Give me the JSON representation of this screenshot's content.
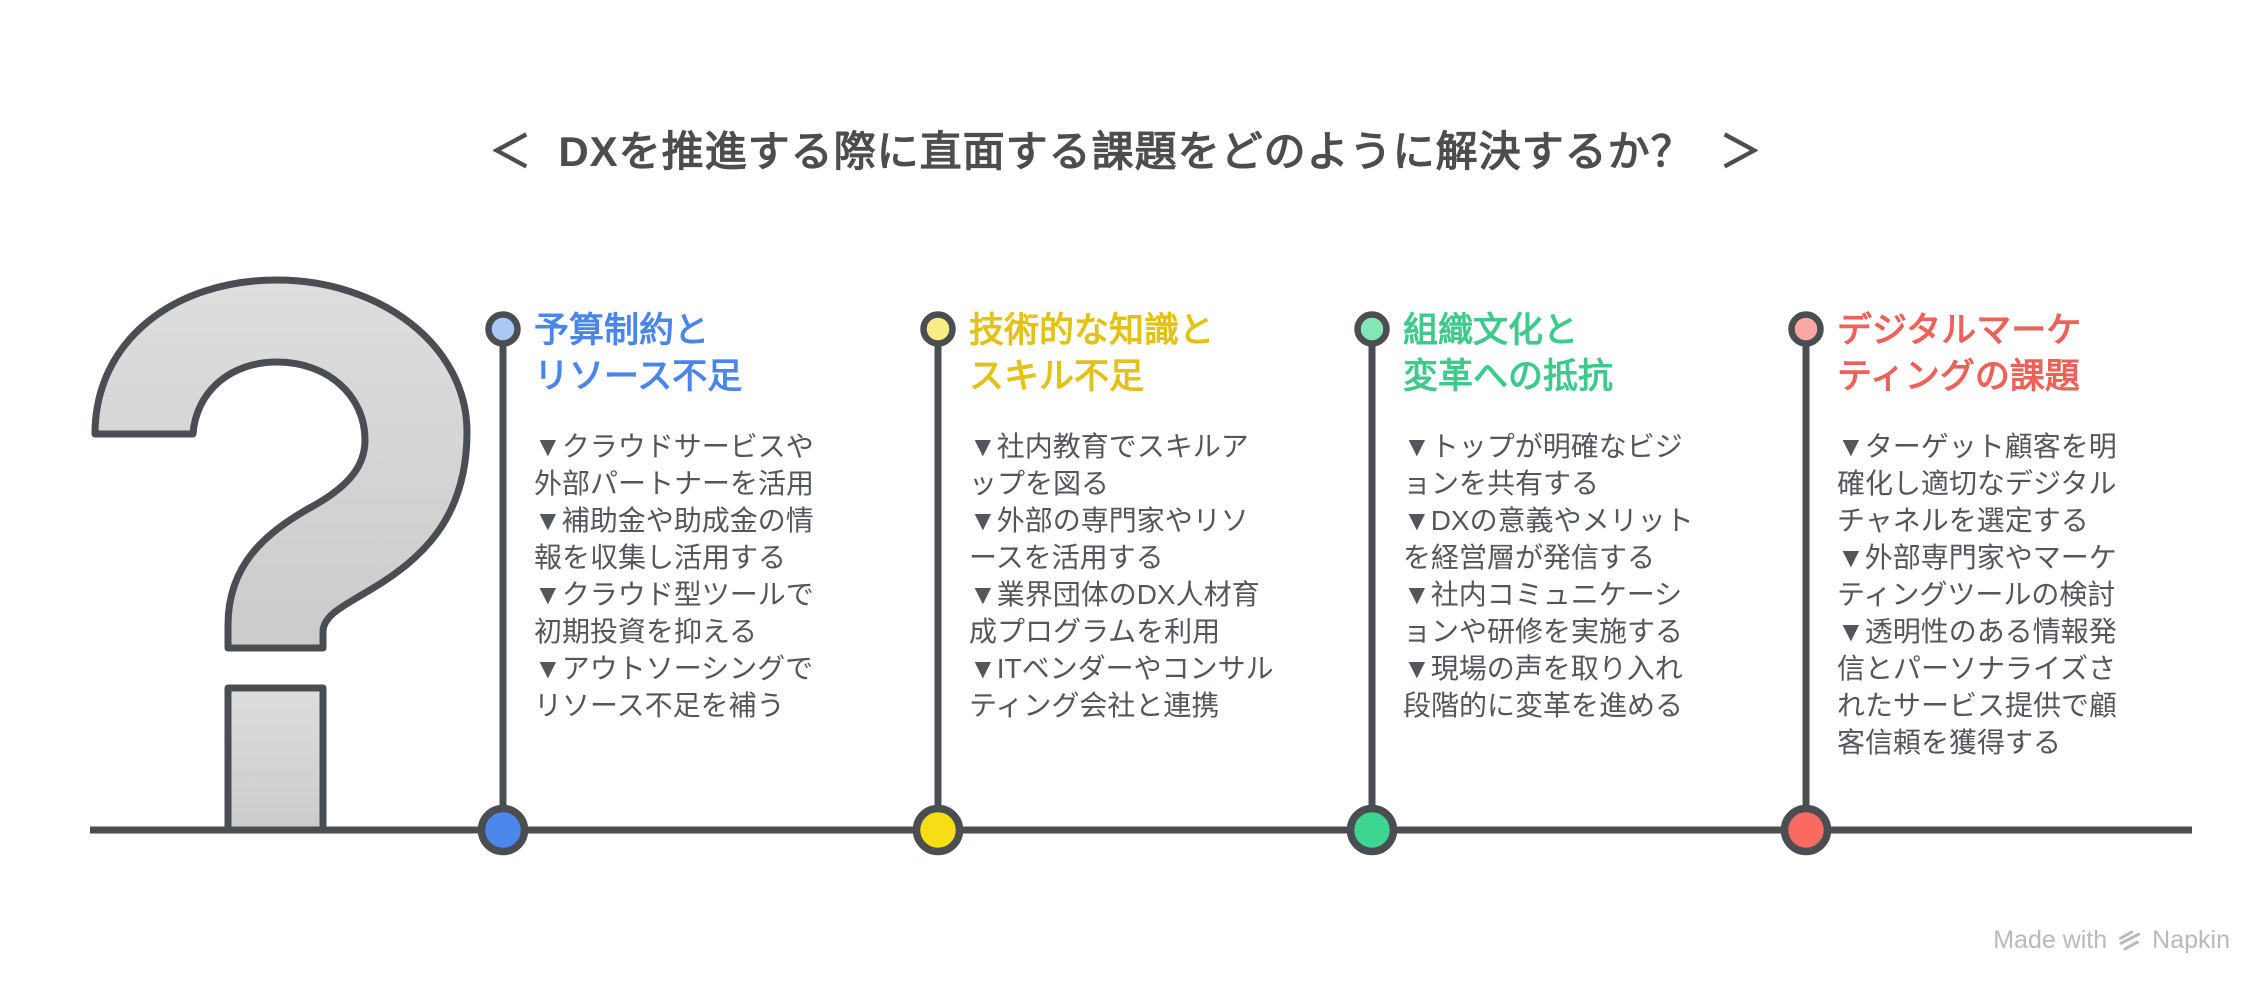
{
  "title": {
    "left_bracket": "＜",
    "text": "DXを推進する際に直面する課題をどのように解決するか？",
    "right_bracket": "＞",
    "color": "#4d4d4d"
  },
  "question_mark": {
    "symbol": "?",
    "fill_top": "#dedede",
    "fill_bottom": "#cbcbcb",
    "stroke": "#4a4e52"
  },
  "timeline": {
    "stroke": "#4a4e52"
  },
  "columns": [
    {
      "title_line1": "予算制約と",
      "title_line2": "リソース不足",
      "title_color": "#4a86e8",
      "marker_color": "#4c88ec",
      "marker_light": "#a9c9f5",
      "items": [
        "▼クラウドサービスや\n外部パートナーを活用",
        "▼補助金や助成金の情\n報を収集し活用する",
        "▼クラウド型ツールで\n初期投資を抑える",
        "▼アウトソーシングで\nリソース不足を補う"
      ]
    },
    {
      "title_line1": "技術的な知識と",
      "title_line2": "スキル不足",
      "title_color": "#e2c118",
      "marker_color": "#f6dd15",
      "marker_light": "#f7ec85",
      "items": [
        "▼社内教育でスキルア\nップを図る",
        "▼外部の専門家やリソ\nースを活用する",
        "▼業界団体のDX人材育\n成プログラムを利用",
        "▼ITベンダーやコンサル\nティング会社と連携"
      ]
    },
    {
      "title_line1": "組織文化と",
      "title_line2": "変革への抵抗",
      "title_color": "#3fc98c",
      "marker_color": "#3ed492",
      "marker_light": "#84e5b7",
      "items": [
        "▼トップが明確なビジ\nョンを共有する",
        "▼DXの意義やメリット\nを経営層が発信する",
        "▼社内コミュニケーシ\nョンや研修を実施する",
        "▼現場の声を取り入れ\n段階的に変革を進める"
      ]
    },
    {
      "title_line1": "デジタルマーケ",
      "title_line2": "ティングの課題",
      "title_color": "#eb625b",
      "marker_color": "#f96a60",
      "marker_light": "#f9a8a4",
      "items": [
        "▼ターゲット顧客を明\n確化し適切なデジタル\nチャネルを選定する",
        "▼外部専門家やマーケ\nティングツールの検討",
        "▼透明性のある情報発\n信とパーソナライズさ\nれたサービス提供で顧\n客信頼を獲得する"
      ]
    }
  ],
  "watermark": {
    "made_with": "Made with",
    "brand": "Napkin",
    "color": "#b9b9b9"
  }
}
